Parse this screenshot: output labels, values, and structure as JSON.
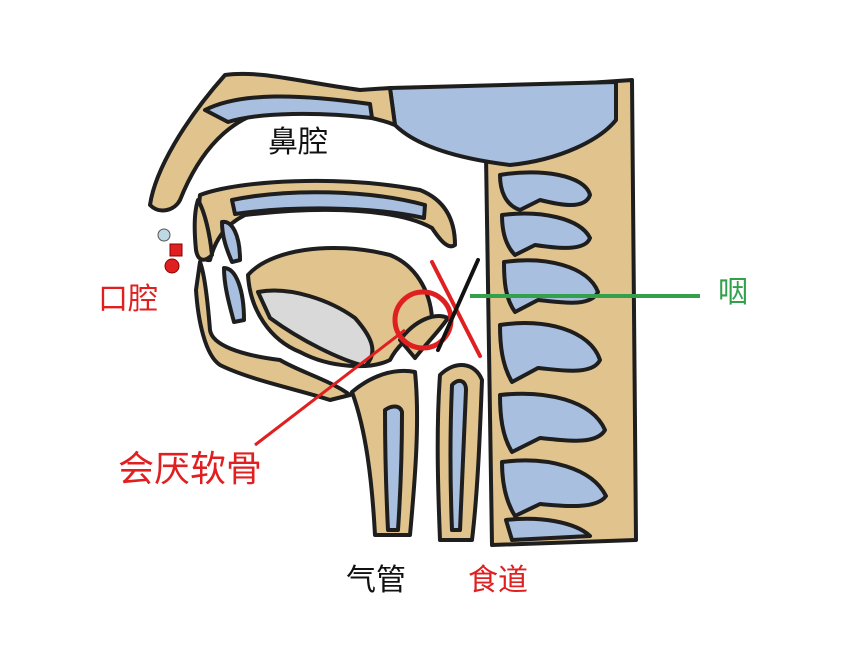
{
  "colors": {
    "bone": "#E1C38D",
    "cavity": "#A9BFDF",
    "outline": "#1E1E1E",
    "red": "#E02020",
    "green": "#33A14B",
    "black_label": "#111111",
    "light_blue_dot": "#BFD8E6"
  },
  "labels": {
    "nasal_cavity": "鼻腔",
    "oral_cavity": "口腔",
    "pharynx": "咽",
    "epiglottis": "会厌软骨",
    "trachea": "气管",
    "esophagus": "食道"
  }
}
